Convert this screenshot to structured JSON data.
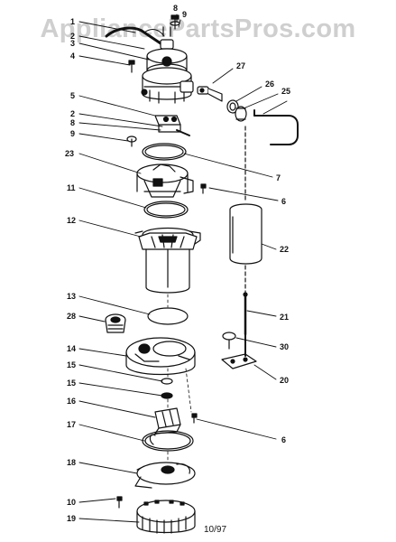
{
  "watermark": "AppliancePartsPros.com",
  "date_code": "10/97",
  "callouts": {
    "c1": "1",
    "c2": "2",
    "c3": "3",
    "c4": "4",
    "c5": "5",
    "c6": "6",
    "c7": "7",
    "c8": "8",
    "c9": "9",
    "c10": "10",
    "c11": "11",
    "c12": "12",
    "c13": "13",
    "c14": "14",
    "c15": "15",
    "c16": "16",
    "c17": "17",
    "c18": "18",
    "c19": "19",
    "c20": "20",
    "c21": "21",
    "c22": "22",
    "c23": "23",
    "c25": "25",
    "c26": "26",
    "c27": "27",
    "c28": "28",
    "c30": "30"
  }
}
